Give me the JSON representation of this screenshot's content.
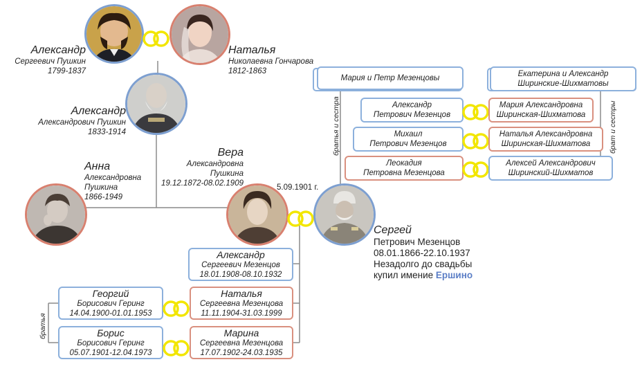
{
  "people": {
    "alexander_sr": {
      "name": "Александр",
      "line1": "Сергеевич Пушкин",
      "years": "1799-1837"
    },
    "natalya_g": {
      "name": "Наталья",
      "line1": "Николаевна Гончарова",
      "years": "1812-1863"
    },
    "alexander_jr": {
      "name": "Александр",
      "line1": "Александрович Пушкин",
      "years": "1833-1914"
    },
    "anna": {
      "name": "Анна",
      "line1": "Александровна",
      "line2": "Пушкина",
      "years": "1866-1949"
    },
    "vera": {
      "name": "Вера",
      "line1": "Александровна",
      "line2": "Пушкина",
      "years": "19.12.1872-08.02.1909"
    },
    "sergey": {
      "name": "Сергей",
      "line1": "Петрович Мезенцов",
      "years": "08.01.1866-22.10.1937",
      "note1": "Незадолго до свадьбы",
      "note2": "купил имение",
      "estate": "Ершино"
    }
  },
  "wedding_date": "5.09.1901 г.",
  "mezentsov_side": {
    "parents": "Мария и Петр Мезенцовы",
    "siblings_label": "братья и сестра",
    "siblings": [
      {
        "line1": "Александр",
        "line2": "Петрович Мезенцов",
        "gender": "m"
      },
      {
        "line1": "Михаил",
        "line2": "Петрович Мезенцов",
        "gender": "m"
      },
      {
        "line1": "Леокадия",
        "line2": "Петровна Мезенцова",
        "gender": "f"
      }
    ]
  },
  "shirinsky_side": {
    "parents_line1": "Екатерина и Александр",
    "parents_line2": "Ширинские-Шихматовы",
    "siblings_label": "брат и сестры",
    "siblings": [
      {
        "line1": "Мария Александровна",
        "line2": "Ширинская-Шихматова",
        "gender": "f"
      },
      {
        "line1": "Наталья Александровна",
        "line2": "Ширинская-Шихматова",
        "gender": "f"
      },
      {
        "line1": "Алексей Александрович",
        "line2": "Ширинский-Шихматов",
        "gender": "m"
      }
    ]
  },
  "children": [
    {
      "name": "Александр",
      "line1": "Сергеевич Мезенцов",
      "years": "18.01.1908-08.10.1932"
    },
    {
      "name": "Наталья",
      "line1": "Сергеевна Мезенцова",
      "years": "11.11.1904-31.03.1999"
    },
    {
      "name": "Марина",
      "line1": "Сергеевна Мезенцова",
      "years": "17.07.1902-24.03.1935"
    }
  ],
  "spouses": [
    {
      "name": "Георгий",
      "line1": "Борисович Геринг",
      "years": "14.04.1900-01.01.1953"
    },
    {
      "name": "Борис",
      "line1": "Борисович Геринг",
      "years": "05.07.1901-12.04.1973"
    }
  ],
  "brothers_label": "братья",
  "colors": {
    "male": "#7d9fd0",
    "female": "#d8806f",
    "rings": "#f2e600",
    "estate": "#5b7ec6"
  }
}
